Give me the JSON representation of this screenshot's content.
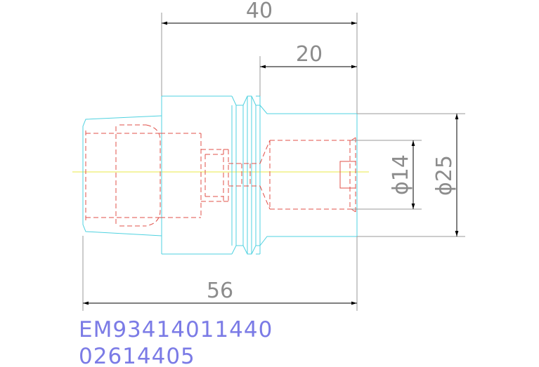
{
  "dimensions": {
    "d40": "40",
    "d20": "20",
    "d56": "56",
    "dia14": "ϕ14",
    "dia25": "ϕ25"
  },
  "part_codes": {
    "line1": "EM93414011440",
    "line2": "02614405"
  },
  "colors": {
    "outline": "#4fd2e0",
    "hidden": "#e0504a",
    "centerline": "#e8e84a",
    "dimension_text": "#8c8c8c",
    "code_text": "#7b7be6"
  }
}
